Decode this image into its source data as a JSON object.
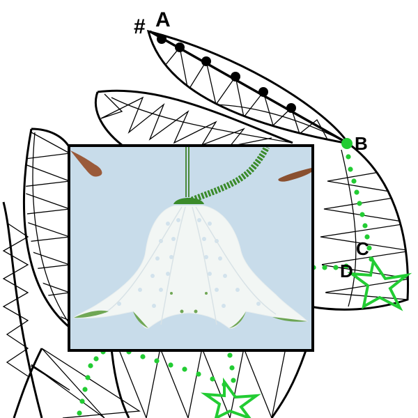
{
  "labels": {
    "hash": "#",
    "a": "A",
    "b": "B",
    "c": "C",
    "d": "D"
  },
  "colors": {
    "outline": "#000000",
    "pin_line": "#000000",
    "guide_green": "#22cc33",
    "star_green": "#22cc33",
    "photo_bg": "#c8dcea",
    "lace_white": "#ffffff",
    "lace_green": "#3a8a2a"
  }
}
